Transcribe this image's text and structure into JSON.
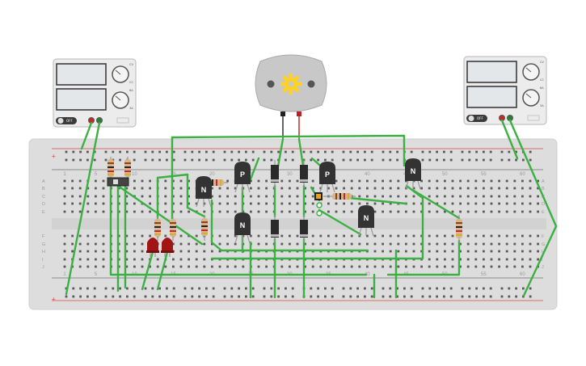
{
  "colors": {
    "wire": "#3cb043",
    "breadboard": "#dcdcdc",
    "hole": "#555555",
    "rail_plus": "#e06a6a",
    "rail_minus": "#8a8a8a",
    "transistor": "#333333",
    "led": "#a11515",
    "motor_body": "#c8c8c8",
    "motor_gear": "#ffd21f",
    "resistor_body": "#d9b38c",
    "psu_body": "#e9e9e9",
    "psu_display": "#e4e7ea"
  },
  "power_supply_left": {
    "off_label": "OFF",
    "knob_labels": [
      "CV",
      "CC",
      "6A",
      "3A"
    ]
  },
  "power_supply_right": {
    "off_label": "OFF",
    "knob_labels": [
      "CV",
      "CC",
      "6A",
      "3A"
    ]
  },
  "breadboard": {
    "column_numbers": [
      "1",
      "5",
      "10",
      "15",
      "20",
      "25",
      "30",
      "35",
      "40",
      "45",
      "50",
      "55",
      "60"
    ],
    "row_letters_top": [
      "A",
      "B",
      "C",
      "D",
      "E"
    ],
    "row_letters_bottom": [
      "F",
      "G",
      "H",
      "I",
      "J"
    ],
    "rail_plus": "+",
    "rail_minus": "−"
  },
  "transistors": [
    {
      "type": "N",
      "label": "N"
    },
    {
      "type": "P",
      "label": "P"
    },
    {
      "type": "P",
      "label": "P"
    },
    {
      "type": "N",
      "label": "N"
    },
    {
      "type": "N",
      "label": "N"
    },
    {
      "type": "N",
      "label": "N"
    }
  ],
  "motor": {
    "icon": "gear-icon"
  }
}
